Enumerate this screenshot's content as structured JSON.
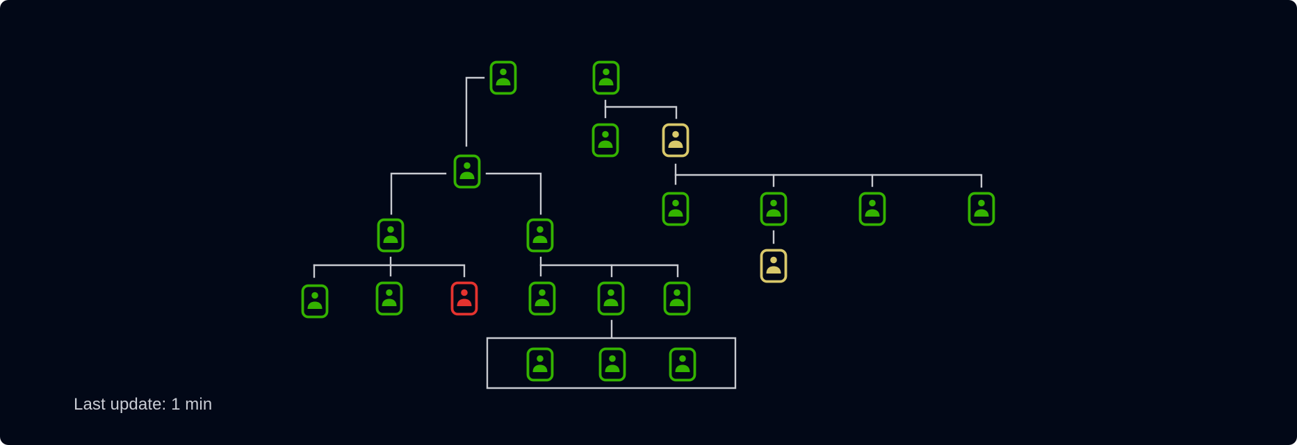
{
  "colors": {
    "background": "#020817",
    "connector": "#c9cbd1",
    "ok": "#34b300",
    "warning": "#d9c86a",
    "error": "#e5332f"
  },
  "legend_status_values": [
    "ok",
    "warning",
    "error"
  ],
  "icon": "user-card-icon",
  "footer": {
    "last_update": "Last update: 1 min"
  },
  "devices": [
    {
      "id": "n1",
      "status": "ok"
    },
    {
      "id": "n2",
      "status": "ok"
    },
    {
      "id": "n3",
      "status": "ok"
    },
    {
      "id": "n4",
      "status": "warning"
    },
    {
      "id": "n5",
      "status": "ok"
    },
    {
      "id": "n6",
      "status": "ok"
    },
    {
      "id": "n7",
      "status": "ok"
    },
    {
      "id": "n8",
      "status": "ok"
    },
    {
      "id": "n9",
      "status": "warning"
    },
    {
      "id": "n10",
      "status": "ok"
    },
    {
      "id": "n11",
      "status": "ok"
    },
    {
      "id": "n12",
      "status": "ok"
    },
    {
      "id": "n13",
      "status": "ok"
    },
    {
      "id": "n14",
      "status": "ok"
    },
    {
      "id": "n15",
      "status": "error"
    },
    {
      "id": "n16",
      "status": "ok"
    },
    {
      "id": "n17",
      "status": "ok"
    },
    {
      "id": "n18",
      "status": "ok"
    },
    {
      "id": "n19",
      "status": "ok"
    },
    {
      "id": "n20",
      "status": "ok"
    },
    {
      "id": "n21",
      "status": "ok"
    }
  ]
}
